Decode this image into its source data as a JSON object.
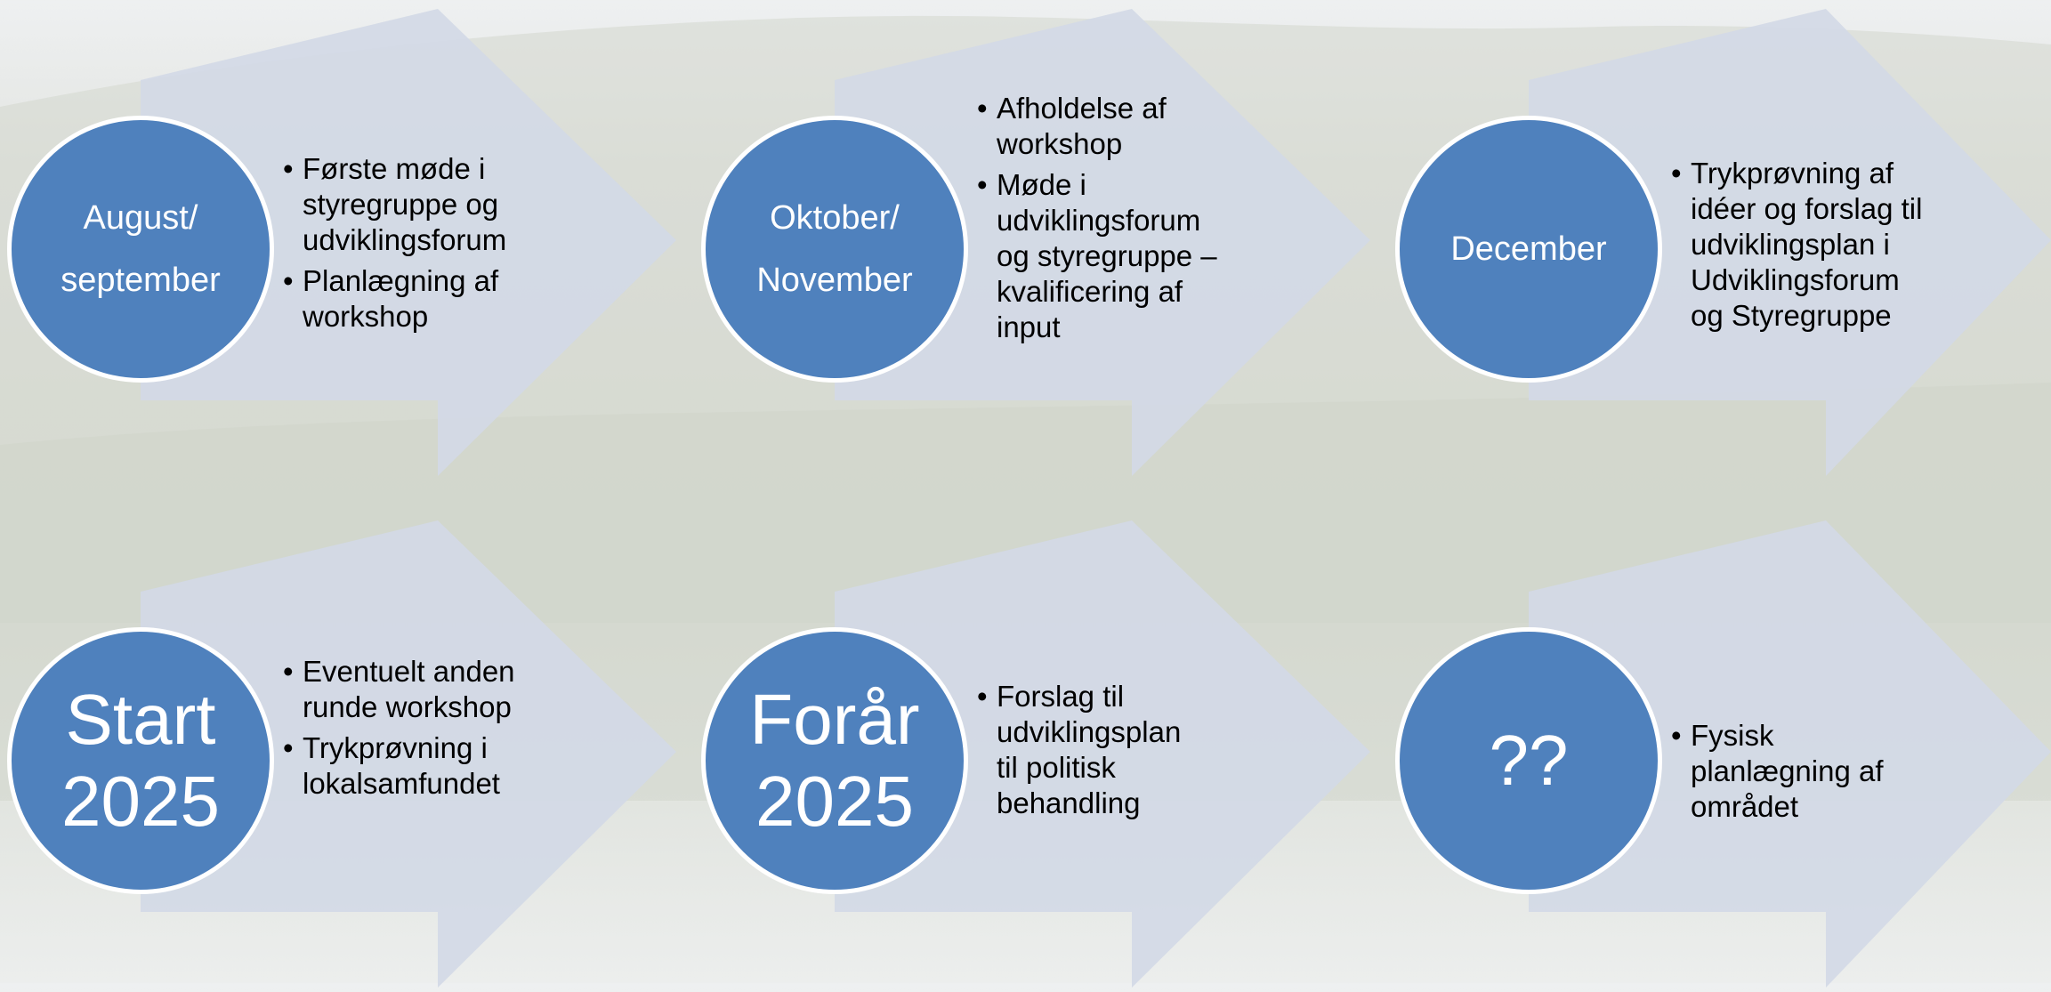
{
  "colors": {
    "arrow": "#d2d9e6",
    "circle": "#4f81bd",
    "circle_border": "#ffffff",
    "text": "#000000"
  },
  "steps": [
    {
      "circle_lines": [
        "August/",
        "september"
      ],
      "circle_style": "small",
      "bullets": [
        "Første møde i styregruppe og udviklingsforum",
        "Planlægning af workshop"
      ]
    },
    {
      "circle_lines": [
        "Oktober/",
        "November"
      ],
      "circle_style": "small",
      "bullets": [
        "Afholdelse af workshop",
        "Møde i udviklingsforum og styregruppe – kvalificering af input"
      ]
    },
    {
      "circle_lines": [
        "December"
      ],
      "circle_style": "small",
      "bullets": [
        "Trykprøvning af idéer og forslag til udviklingsplan i Udviklingsforum og Styregruppe"
      ]
    },
    {
      "circle_lines": [
        "Start",
        "2025"
      ],
      "circle_style": "large",
      "bullets": [
        "Eventuelt anden runde workshop",
        "Trykprøvning i lokalsamfundet"
      ]
    },
    {
      "circle_lines": [
        "Forår",
        "2025"
      ],
      "circle_style": "large",
      "bullets": [
        "Forslag til udviklingsplan til politisk behandling"
      ]
    },
    {
      "circle_lines": [
        "??"
      ],
      "circle_style": "large",
      "bullets": [
        "Fysisk planlægning af området"
      ]
    }
  ]
}
